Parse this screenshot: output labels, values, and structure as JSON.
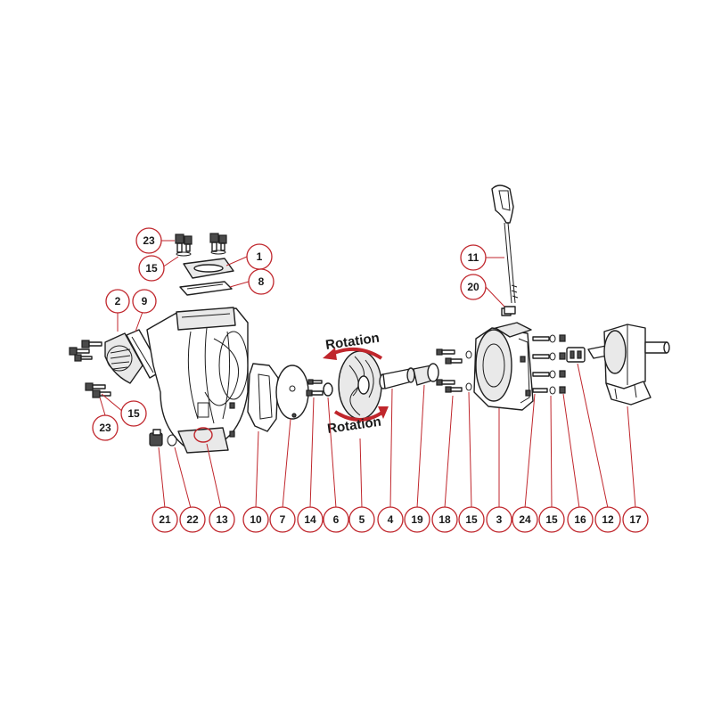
{
  "diagram": {
    "rotation_labels": [
      "Rotation",
      "Rotation"
    ],
    "callouts": [
      "23",
      "15",
      "1",
      "8",
      "2",
      "9",
      "15",
      "23",
      "11",
      "20",
      "21",
      "22",
      "13",
      "10",
      "7",
      "14",
      "6",
      "5",
      "4",
      "19",
      "18",
      "15",
      "3",
      "24",
      "15",
      "16",
      "12",
      "17"
    ],
    "accent_color": "#c0262c",
    "line_color": "#1f1f1f"
  }
}
